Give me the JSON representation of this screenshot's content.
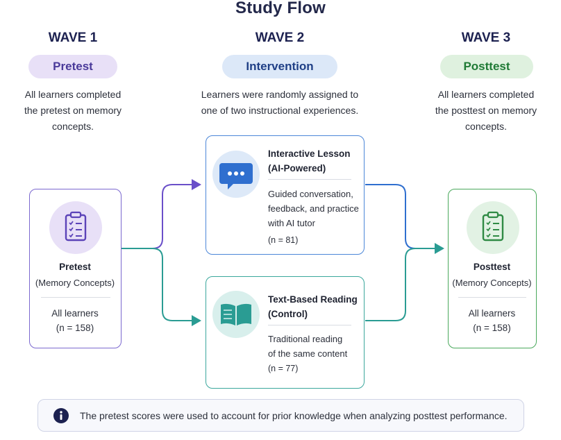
{
  "title": "Study Flow",
  "waves": [
    {
      "label": "WAVE 1",
      "stage": "Pretest",
      "description_lines": [
        "All learners completed",
        "the pretest on memory",
        "concepts."
      ]
    },
    {
      "label": "WAVE 2",
      "stage": "Intervention",
      "description_lines": [
        "Learners were randomly assigned to",
        "one of two instructional experiences."
      ]
    },
    {
      "label": "WAVE 3",
      "stage": "Posttest",
      "description_lines": [
        "All learners completed",
        "the posttest on memory",
        "concepts."
      ]
    }
  ],
  "pretest_card": {
    "title": "Pretest",
    "subtitle": "(Memory Concepts)",
    "group": "All learners",
    "n": "(n = 158)",
    "icon": "clipboard-checklist-icon"
  },
  "interactive_card": {
    "title_lines": [
      "Interactive Lesson",
      "(AI-Powered)"
    ],
    "description_lines": [
      "Guided conversation,",
      "feedback, and practice",
      "with AI tutor"
    ],
    "n": "(n = 81)",
    "icon": "chat-bubble-icon"
  },
  "reading_card": {
    "title_lines": [
      "Text-Based Reading",
      "(Control)"
    ],
    "description_lines": [
      "Traditional reading",
      "of the same content"
    ],
    "n": "(n = 77)",
    "icon": "open-book-icon"
  },
  "posttest_card": {
    "title": "Posttest",
    "subtitle": "(Memory Concepts)",
    "group": "All learners",
    "n": "(n = 158)",
    "icon": "clipboard-checklist-icon"
  },
  "note": {
    "text": "The pretest scores were used to account for prior knowledge when analyzing posttest performance.",
    "icon": "info-icon"
  },
  "colors": {
    "purple": "#6a4fc9",
    "purple_light": "#ebe4f8",
    "blue": "#2f6fcf",
    "blue_light": "#dde9f8",
    "green": "#2f9a4a",
    "green_light": "#e2f2e4",
    "teal": "#2a9c93",
    "teal_light": "#d8efec",
    "navy": "#1c2150"
  }
}
